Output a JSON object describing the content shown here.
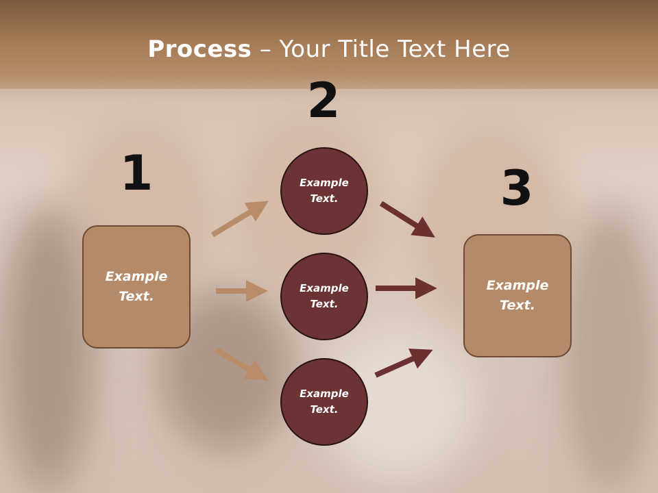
{
  "title": {
    "bold": "Process",
    "rest": " – Your Title Text Here"
  },
  "steps": [
    {
      "number": "1",
      "text": "Example\nText."
    },
    {
      "number": "2",
      "circles": [
        "Example\nText.",
        "Example\nText.",
        "Example\nText."
      ]
    },
    {
      "number": "3",
      "text": "Example\nText."
    }
  ],
  "colors": {
    "box_fill": "#b48a68",
    "circle_fill": "#6b3333",
    "arrow_left": "#b98c69",
    "arrow_right": "#6b3030"
  }
}
